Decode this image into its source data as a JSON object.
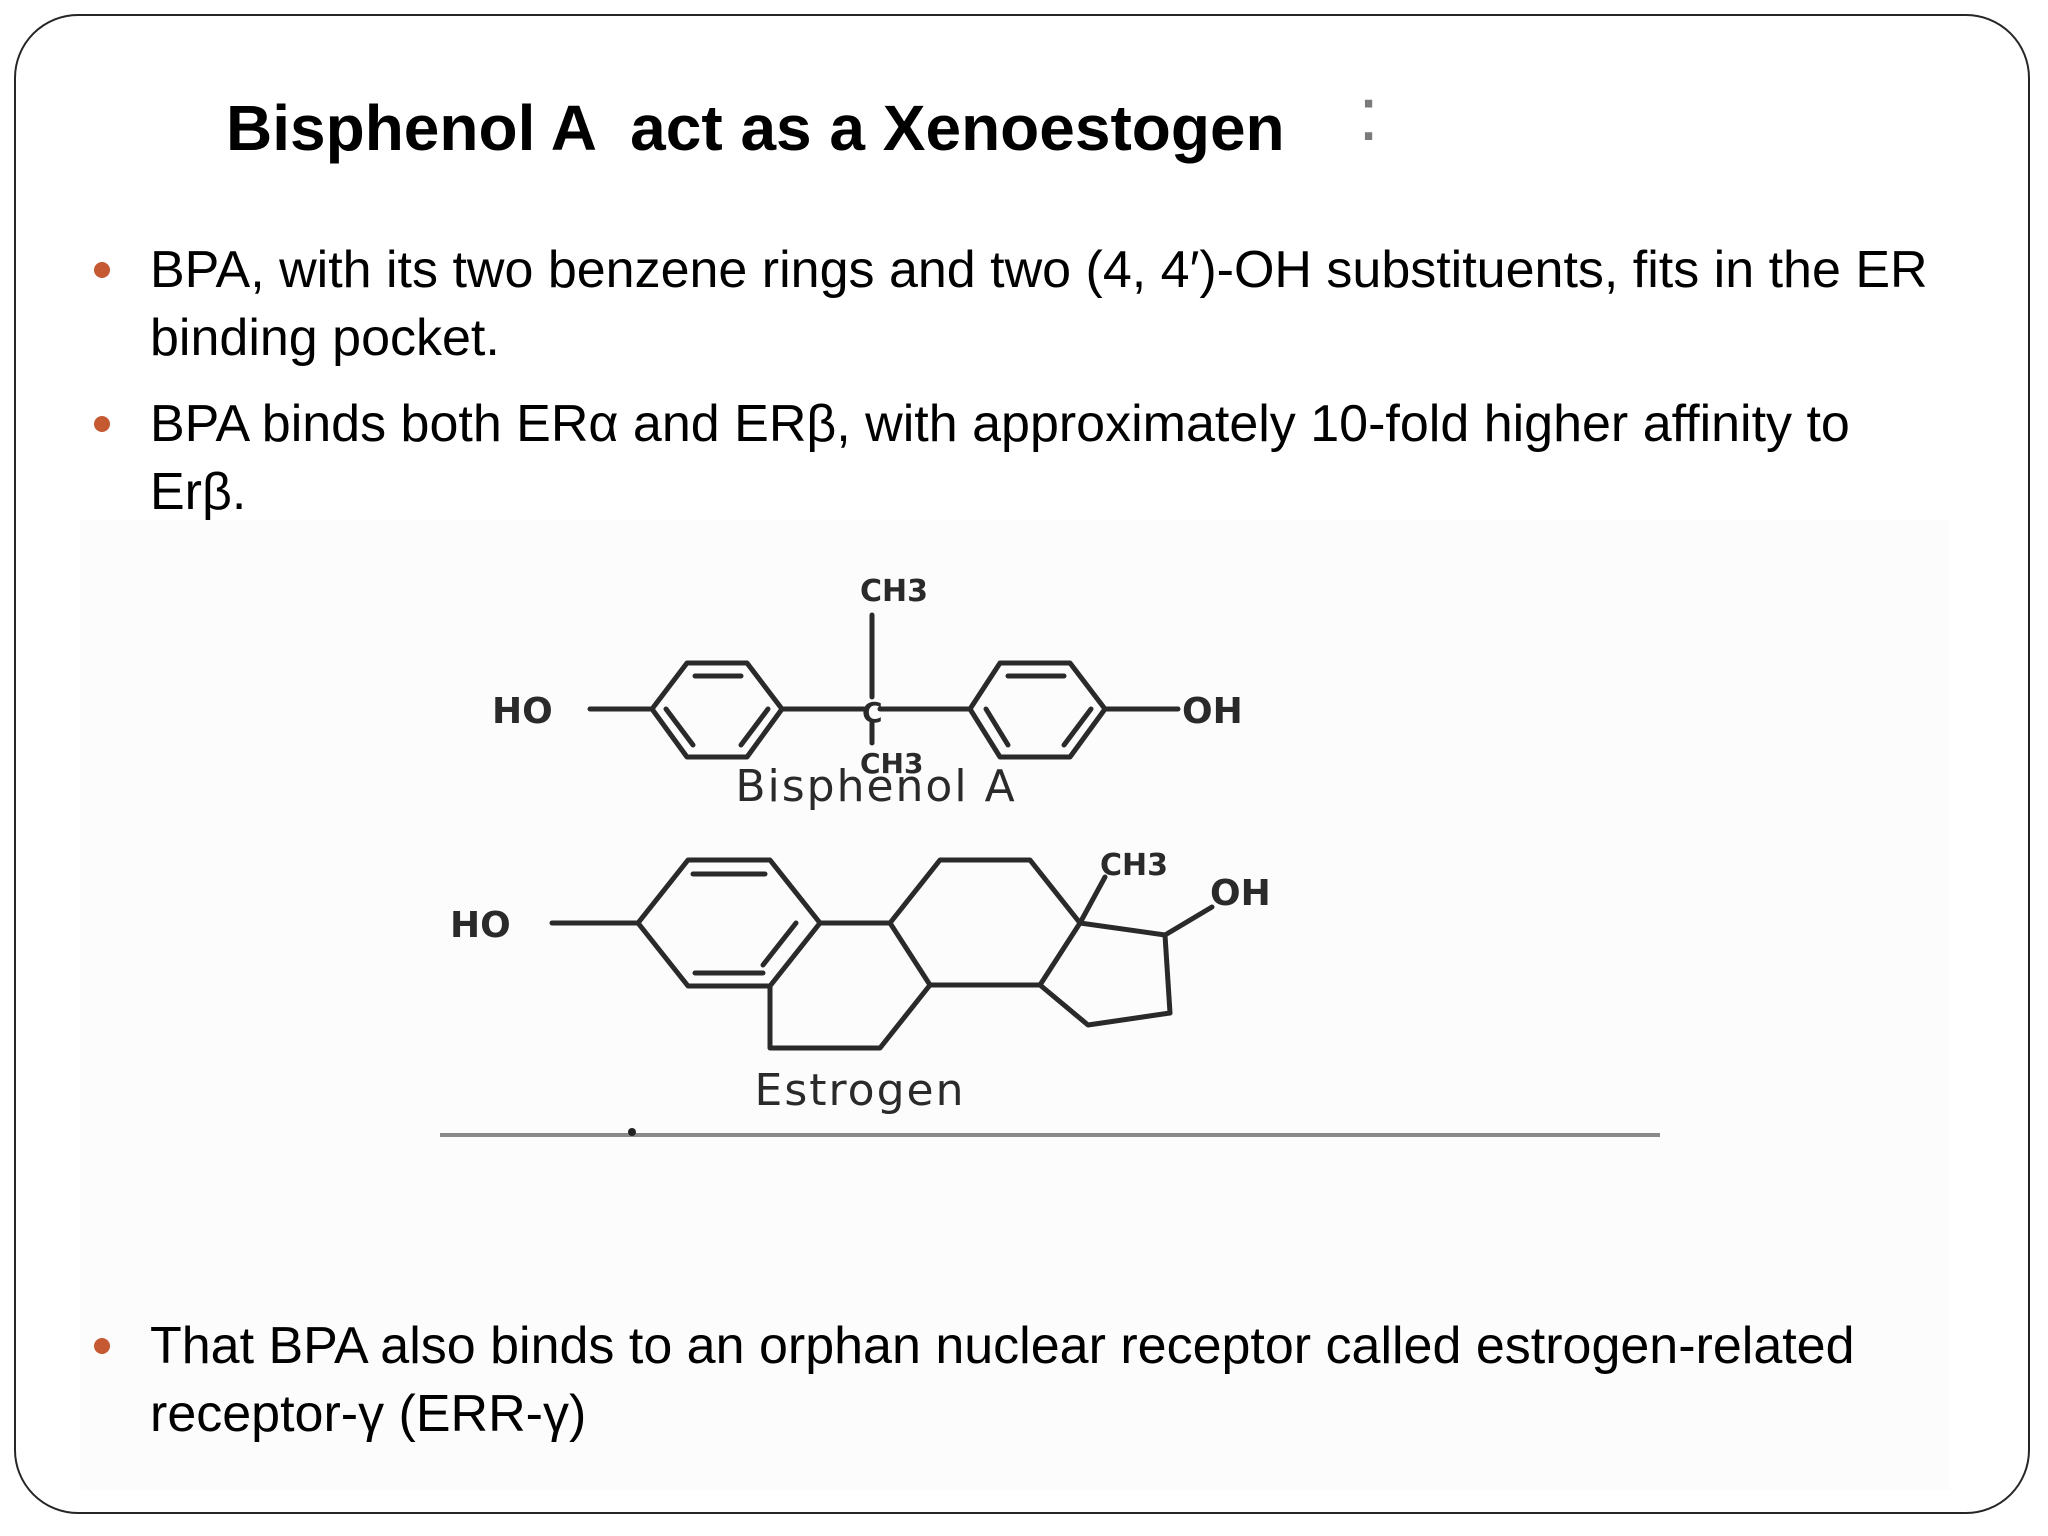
{
  "slide": {
    "title": "Bisphenol A  act as a Xenoestogen",
    "title_colon": ":",
    "bullets": [
      "BPA, with its two benzene rings and two (4, 4′)-OH substituents, fits in the ER binding pocket.",
      "BPA binds both ERα and ERβ, with approximately 10-fold higher affinity to Erβ.",
      "That BPA also binds to an orphan nuclear receptor called estrogen-related receptor-γ (ERR-γ)"
    ]
  },
  "figure": {
    "bisphenol": {
      "name": "Bisphenol A",
      "left_group": "HO",
      "right_group": "OH",
      "top_methyl": "CH3",
      "bottom_methyl": "CH3",
      "center_atom": "C"
    },
    "estrogen": {
      "name": "Estrogen",
      "left_group": "HO",
      "methyl": "CH3",
      "hydroxyl": "OH"
    }
  },
  "colors": {
    "bullet": "#c55a32",
    "frame": "#262626",
    "text": "#000000"
  }
}
